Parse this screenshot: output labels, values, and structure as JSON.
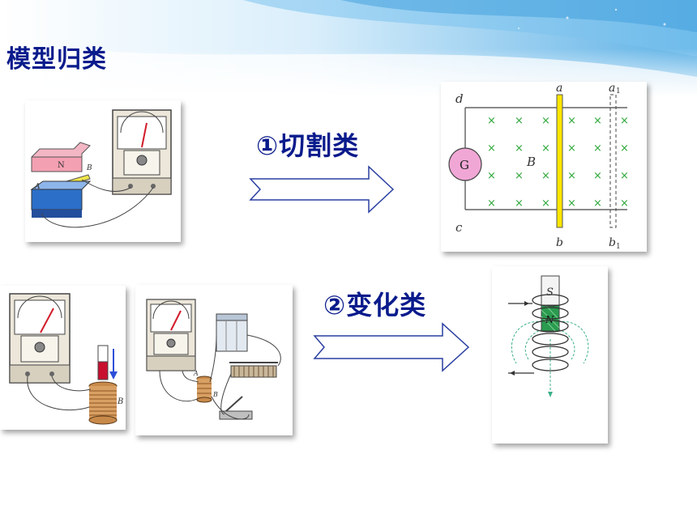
{
  "slide": {
    "title": "模型归类",
    "cutting_label": "①切割类",
    "changing_label": "②变化类"
  },
  "diagram_rails": {
    "corner_top": "d",
    "corner_bottom": "c",
    "galvanometer": "G",
    "field": "B",
    "rod_top": "a",
    "rod_bottom": "b",
    "rod1_top": "a",
    "rod1_top_sub": "1",
    "rod1_bottom": "b",
    "rod1_bottom_sub": "1"
  },
  "diagram_magnet": {
    "pole_top": "S",
    "pole_bottom": "N"
  },
  "experiment_magnet": {
    "pole": "N",
    "point_a": "A",
    "point_b": "B"
  },
  "experiment_coil": {
    "coil": "B"
  },
  "experiment_circuit": {
    "point_a": "A",
    "point_b": "B"
  },
  "colors": {
    "title": "#0a1b8c",
    "arrow_stroke": "#2a3fa0",
    "field_mark": "#2fa83a",
    "rod": "#ffe600",
    "galvanometer": "#f1a7d6"
  }
}
